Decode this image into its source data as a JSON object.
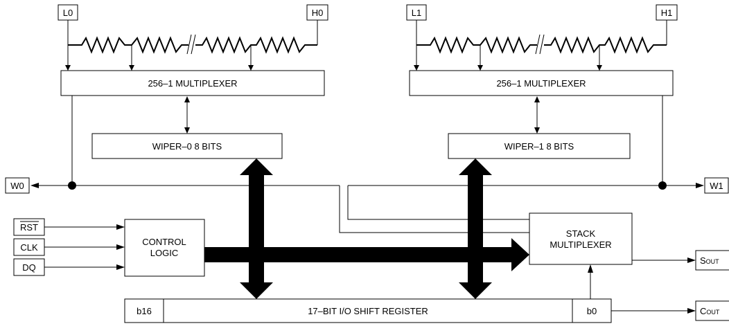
{
  "pins": {
    "L0": "L0",
    "H0": "H0",
    "L1": "L1",
    "H1": "H1",
    "W0": "W0",
    "W1": "W1",
    "RST": "RST",
    "CLK": "CLK",
    "DQ": "DQ",
    "SOUT_main": "S",
    "SOUT_sub": "OUT",
    "COUT_main": "C",
    "COUT_sub": "OUT"
  },
  "blocks": {
    "mux0": "256–1 MULTIPLEXER",
    "mux1": "256–1 MULTIPLEXER",
    "wiper0": "WIPER–0  8 BITS",
    "wiper1": "WIPER–1  8 BITS",
    "control_line1": "CONTROL",
    "control_line2": "LOGIC",
    "stack_line1": "STACK",
    "stack_line2": "MULTIPLEXER",
    "shift_b16": "b16",
    "shift_main": "17–BIT I/O SHIFT REGISTER",
    "shift_b0": "b0"
  }
}
